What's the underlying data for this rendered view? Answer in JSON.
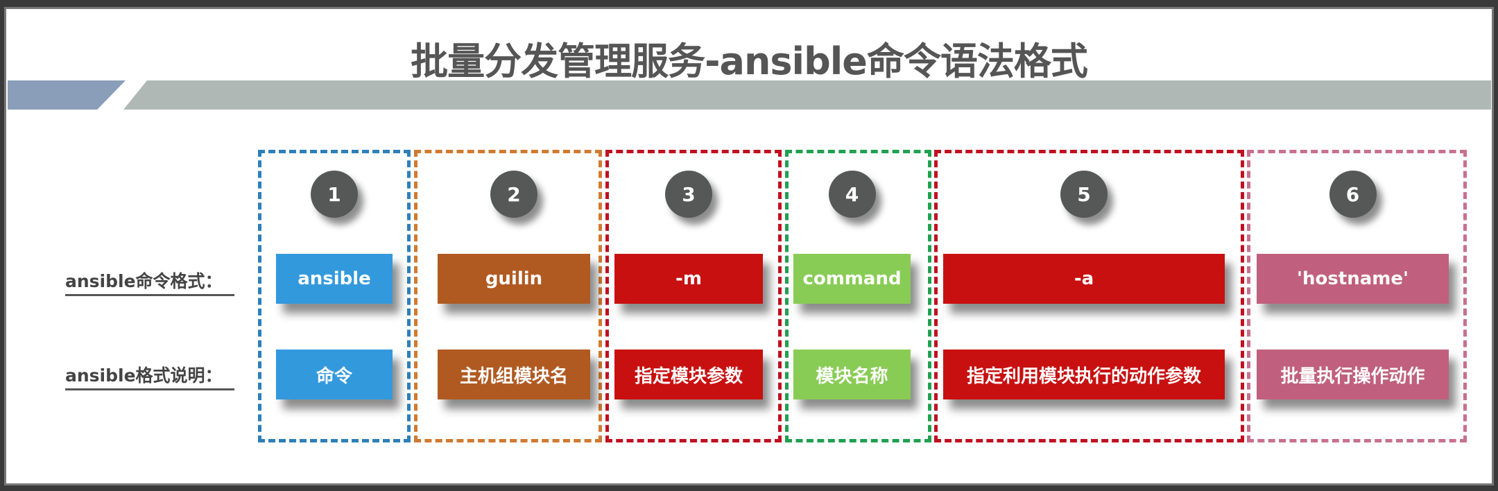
{
  "title": "批量分发管理服务-ansible命令语法格式",
  "row_labels": {
    "command": "ansible命令格式：",
    "explain": "ansible格式说明："
  },
  "columns": [
    {
      "num": "1",
      "command": "ansible",
      "explain": "命令",
      "color": "#3399dd",
      "border": "#2e7fb8"
    },
    {
      "num": "2",
      "command": "guilin",
      "explain": "主机组模块名",
      "color": "#b05a22",
      "border": "#d07a30"
    },
    {
      "num": "3",
      "command": "-m",
      "explain": "指定模块参数",
      "color": "#c81010",
      "border": "#c01020"
    },
    {
      "num": "4",
      "command": "command",
      "explain": "模块名称",
      "color": "#88cc55",
      "border": "#20a050"
    },
    {
      "num": "5",
      "command": "-a",
      "explain": "指定利用模块执行的动作参数",
      "color": "#c81010",
      "border": "#c01020"
    },
    {
      "num": "6",
      "command": "'hostname'",
      "explain": "批量执行操作动作",
      "color": "#c0607e",
      "border": "#c87090"
    }
  ]
}
